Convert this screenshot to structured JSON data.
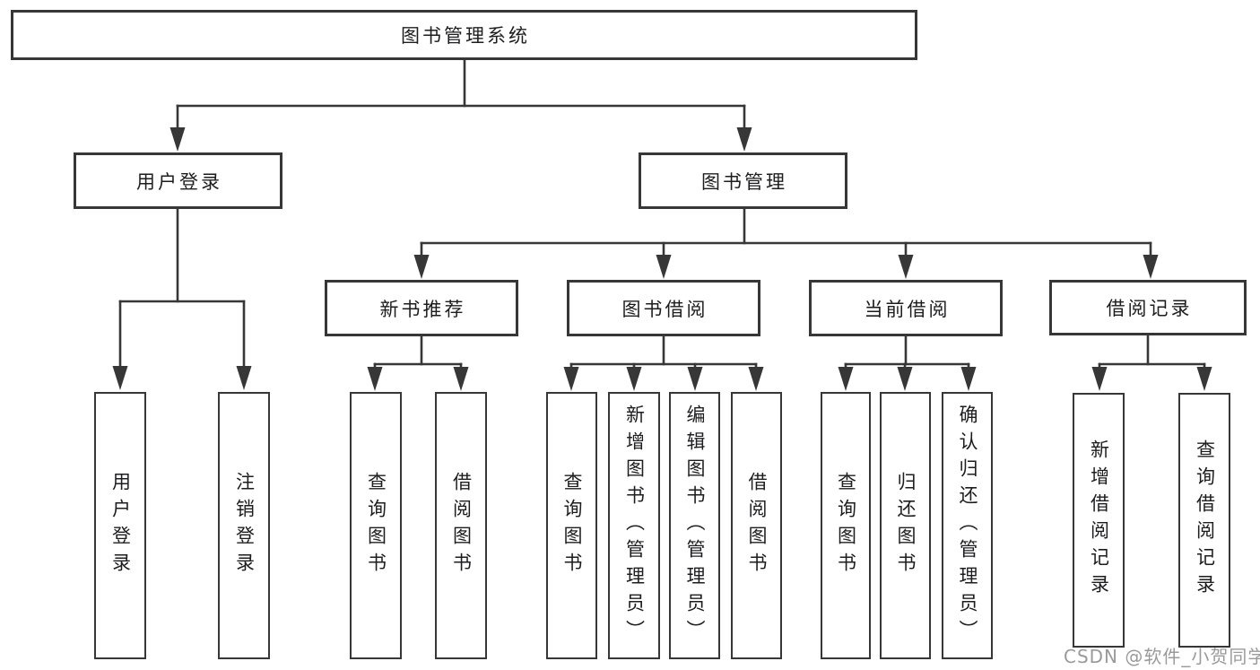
{
  "tree": {
    "root": {
      "label": "图书管理系统",
      "children": [
        {
          "label": "用户登录",
          "children": [
            {
              "label": "用户登录"
            },
            {
              "label": "注销登录"
            }
          ]
        },
        {
          "label": "图书管理",
          "children": [
            {
              "label": "新书推荐",
              "children": [
                {
                  "label": "查询图书"
                },
                {
                  "label": "借阅图书"
                }
              ]
            },
            {
              "label": "图书借阅",
              "children": [
                {
                  "label": "查询图书"
                },
                {
                  "label": "新增图书（管理员）"
                },
                {
                  "label": "编辑图书（管理员）"
                },
                {
                  "label": "借阅图书"
                }
              ]
            },
            {
              "label": "当前借阅",
              "children": [
                {
                  "label": "查询图书"
                },
                {
                  "label": "归还图书"
                },
                {
                  "label": "确认归还（管理员）"
                }
              ]
            },
            {
              "label": "借阅记录",
              "children": [
                {
                  "label": "新增借阅记录"
                },
                {
                  "label": "查询借阅记录"
                }
              ]
            }
          ]
        }
      ]
    }
  },
  "watermark": {
    "text": "CSDN @软件_小贺同学"
  },
  "colors": {
    "line": "#373737",
    "text": "#1d1d1f",
    "watermark": "#9a9a9a",
    "background": "#ffffff"
  }
}
